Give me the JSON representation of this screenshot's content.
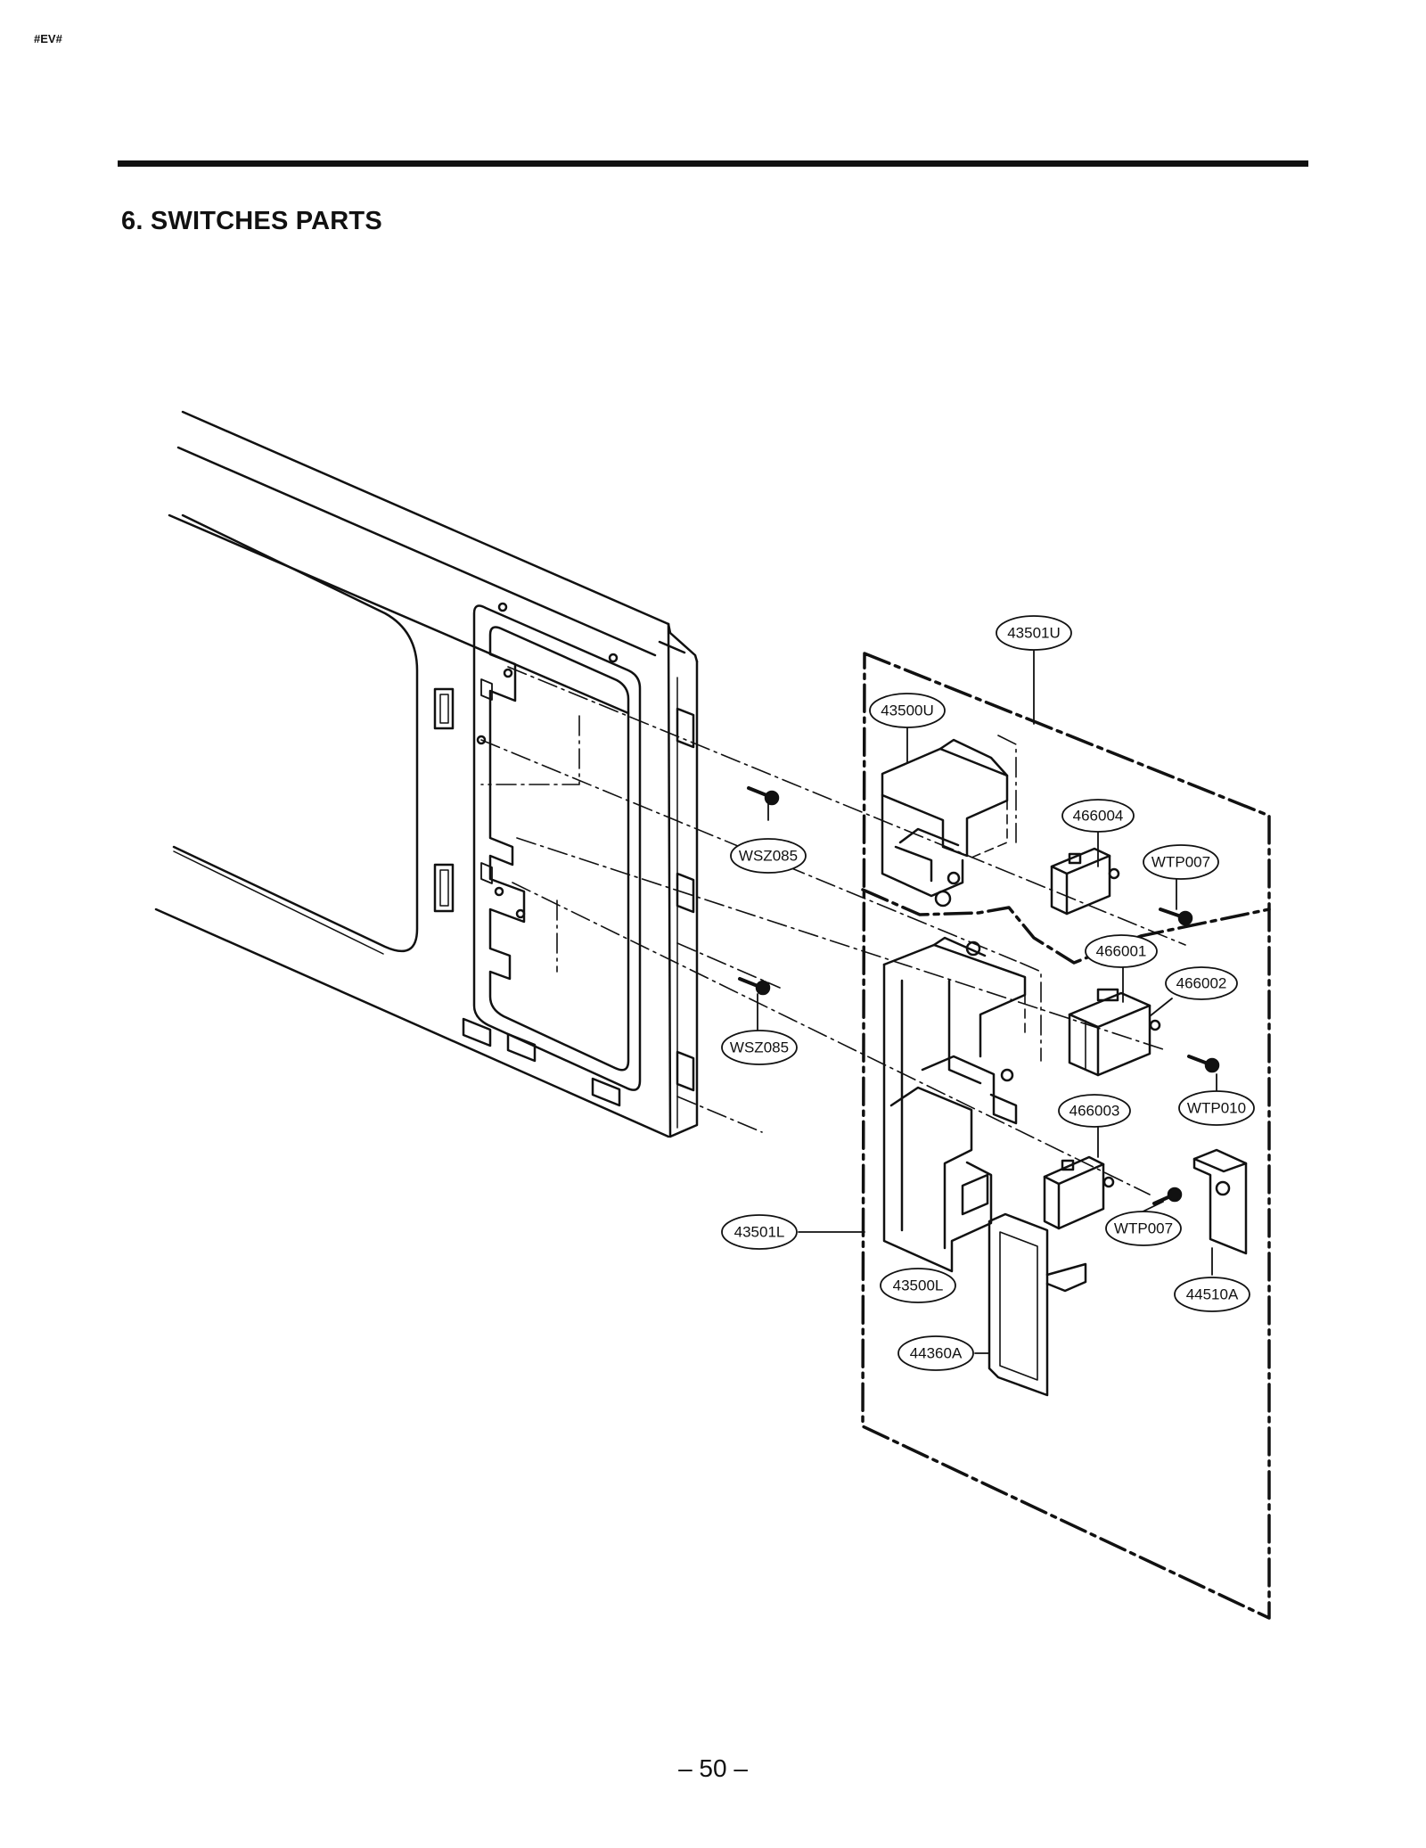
{
  "header": {
    "tag": "#EV#"
  },
  "section": {
    "title": "6. SWITCHES PARTS"
  },
  "diagram": {
    "callouts": [
      {
        "id": "43501U",
        "label": "43501U"
      },
      {
        "id": "43500U",
        "label": "43500U"
      },
      {
        "id": "466004",
        "label": "466004"
      },
      {
        "id": "WTP007-upper",
        "label": "WTP007"
      },
      {
        "id": "WSZ085-upper",
        "label": "WSZ085"
      },
      {
        "id": "466001",
        "label": "466001"
      },
      {
        "id": "466002",
        "label": "466002"
      },
      {
        "id": "WSZ085-lower",
        "label": "WSZ085"
      },
      {
        "id": "466003",
        "label": "466003"
      },
      {
        "id": "WTP010",
        "label": "WTP010"
      },
      {
        "id": "WTP007-lower",
        "label": "WTP007"
      },
      {
        "id": "43501L",
        "label": "43501L"
      },
      {
        "id": "43500L",
        "label": "43500L"
      },
      {
        "id": "44510A",
        "label": "44510A"
      },
      {
        "id": "44360A",
        "label": "44360A"
      }
    ]
  },
  "footer": {
    "page_number": "– 50 –"
  }
}
